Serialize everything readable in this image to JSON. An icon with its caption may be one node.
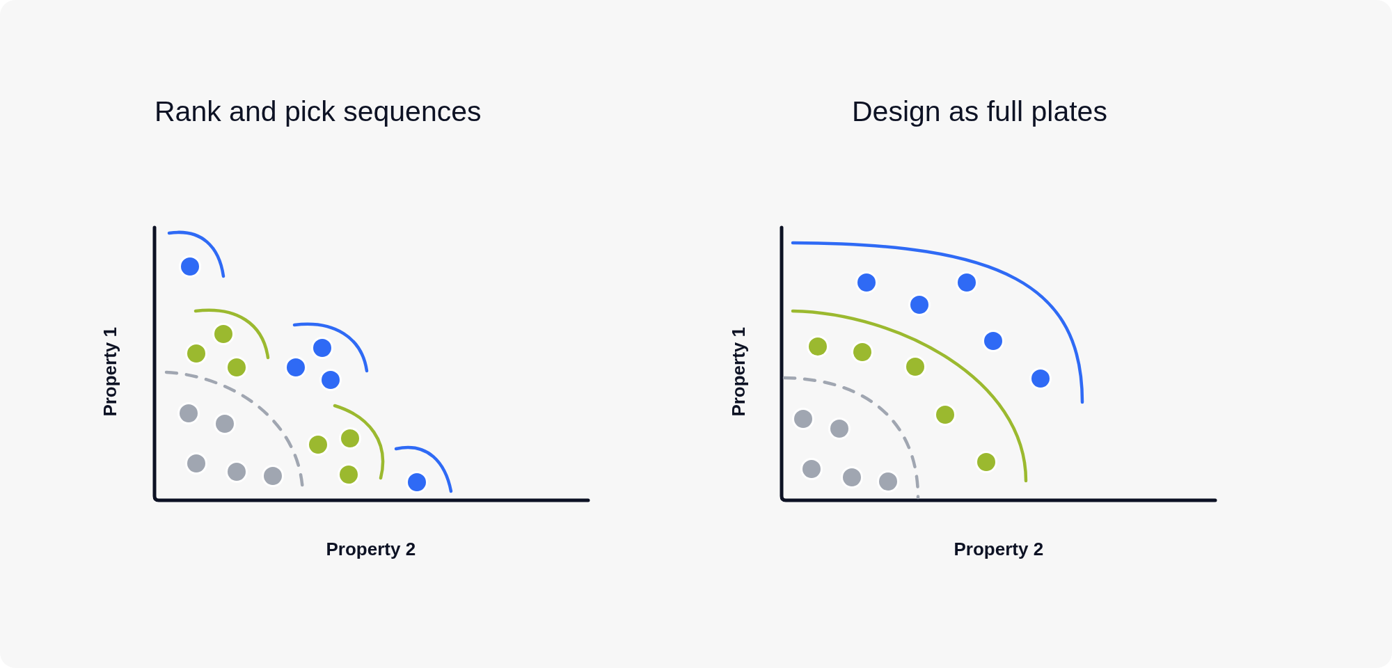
{
  "diagram": {
    "labels": [
      "Rank and pick sequences",
      "Design as full plates",
      "Property 1",
      "Property 1",
      "Property 2",
      "Property 2"
    ]
  }
}
